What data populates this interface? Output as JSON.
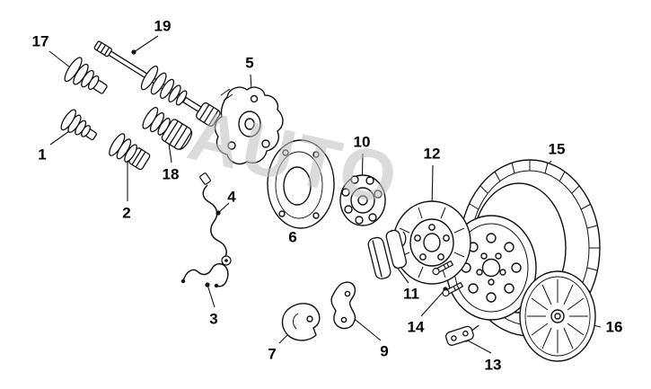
{
  "diagram": {
    "watermark": "AUTO",
    "colors": {
      "line": "#111111",
      "background": "#ffffff",
      "watermark": "#bfbfbf"
    },
    "labels": [
      {
        "number": "17"
      },
      {
        "number": "19"
      },
      {
        "number": "1"
      },
      {
        "number": "2"
      },
      {
        "number": "18"
      },
      {
        "number": "5"
      },
      {
        "number": "4"
      },
      {
        "number": "3"
      },
      {
        "number": "6"
      },
      {
        "number": "10"
      },
      {
        "number": "12"
      },
      {
        "number": "11"
      },
      {
        "number": "14"
      },
      {
        "number": "7"
      },
      {
        "number": "9"
      },
      {
        "number": "13"
      },
      {
        "number": "15"
      },
      {
        "number": "16"
      }
    ]
  }
}
